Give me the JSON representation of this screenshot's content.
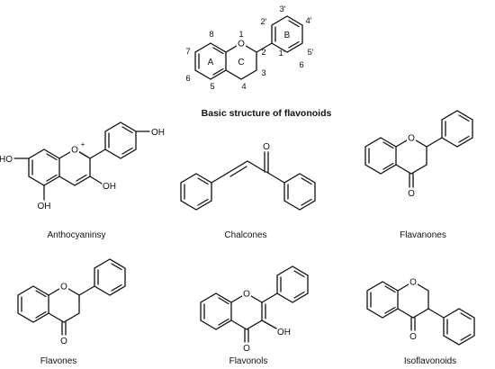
{
  "title": "Basic structure of flavonoids",
  "core": {
    "atom_O": "O",
    "numbers": [
      "1",
      "2",
      "3",
      "4",
      "5",
      "6",
      "7",
      "8",
      "1'",
      "2'",
      "3'",
      "4'",
      "5'",
      "6"
    ],
    "rings": [
      "A",
      "C",
      "B"
    ]
  },
  "structures": [
    {
      "caption": "Anthocyaninsy",
      "labels": {
        "ho_top": "OH",
        "ho_left": "HO",
        "oxonium": "O",
        "charge": "+",
        "oh_right": "OH",
        "oh_bottom": "OH"
      }
    },
    {
      "caption": "Chalcones",
      "labels": {
        "carbonyl": "O"
      }
    },
    {
      "caption": "Flavanones",
      "labels": {
        "ring_o": "O",
        "carbonyl": "O"
      }
    },
    {
      "caption": "Flavones",
      "labels": {
        "ring_o": "O",
        "carbonyl": "O"
      }
    },
    {
      "caption": "Flavonols",
      "labels": {
        "ring_o": "O",
        "carbonyl": "O",
        "hydroxyl": "OH"
      }
    },
    {
      "caption": "Isoflavonoids",
      "labels": {
        "ring_o": "O",
        "carbonyl": "O"
      }
    }
  ]
}
